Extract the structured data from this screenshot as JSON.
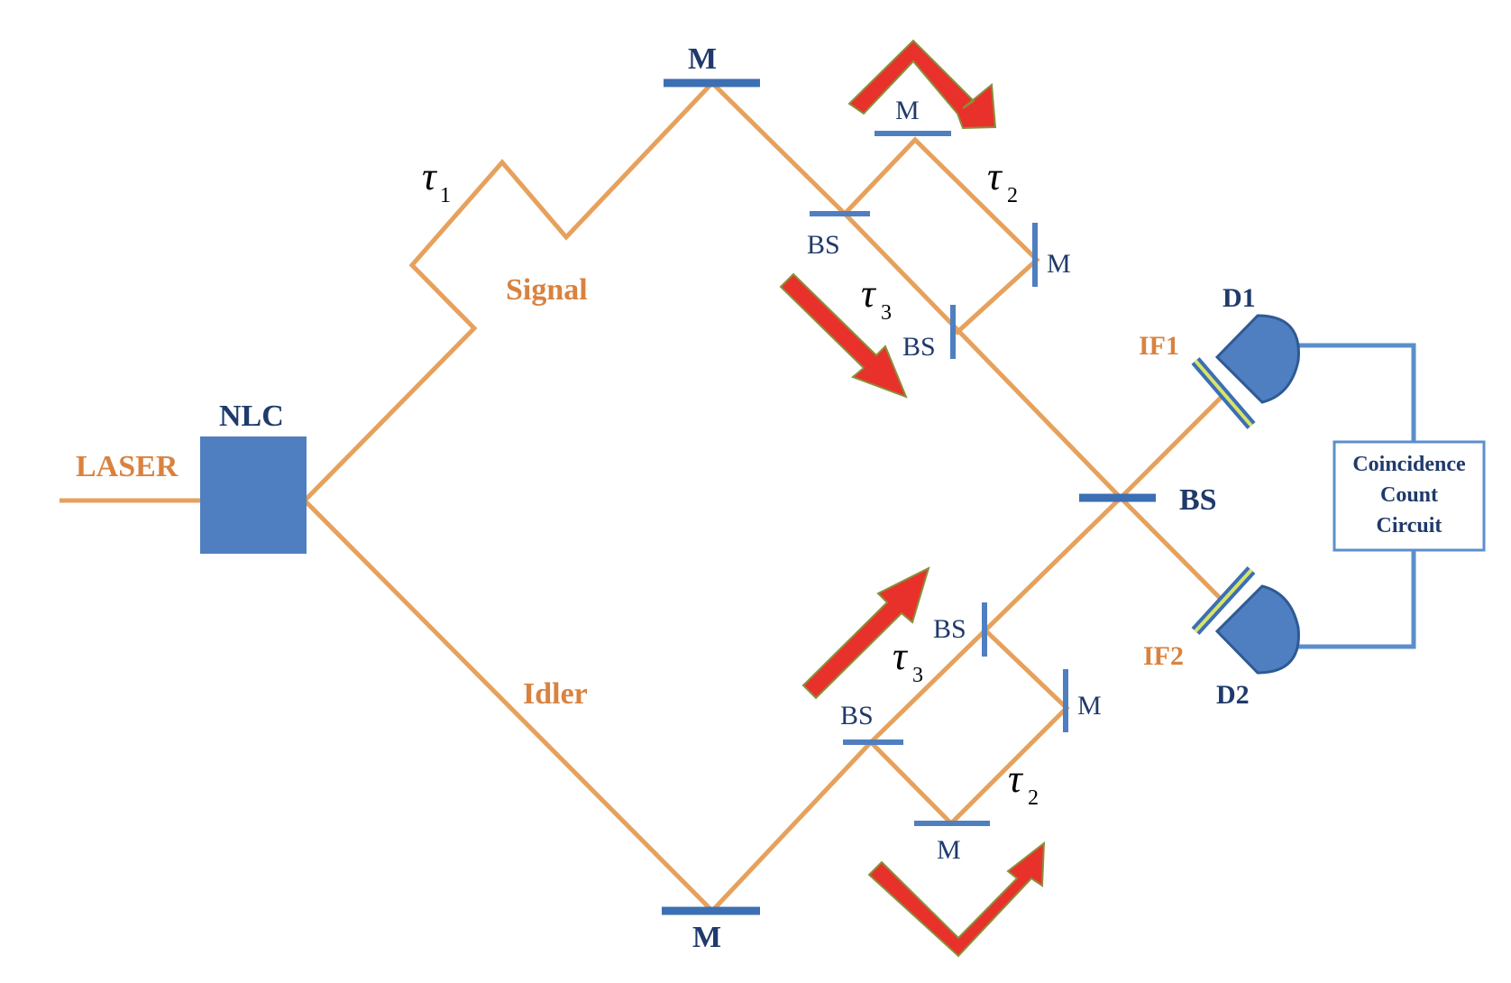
{
  "labels": {
    "laser": "LASER",
    "nlc": "NLC",
    "signal": "Signal",
    "idler": "Idler",
    "mirror": "M",
    "beam_splitter": "BS",
    "detector_1": "D1",
    "detector_2": "D2",
    "filter_1": "IF1",
    "filter_2": "IF2",
    "tau_symbol": "τ",
    "tau_1_sub": "1",
    "tau_2_sub": "2",
    "tau_3_sub": "3"
  },
  "coincidence_box": {
    "line1": "Coincidence",
    "line2": "Count",
    "line3": "Circuit"
  },
  "colors": {
    "beam": "#E6A15C",
    "component": "#4F7FC0",
    "arrow": "#E8312A",
    "filter": "#D9E36A",
    "label_orange": "#D9823F",
    "label_navy": "#1F3A6B"
  }
}
